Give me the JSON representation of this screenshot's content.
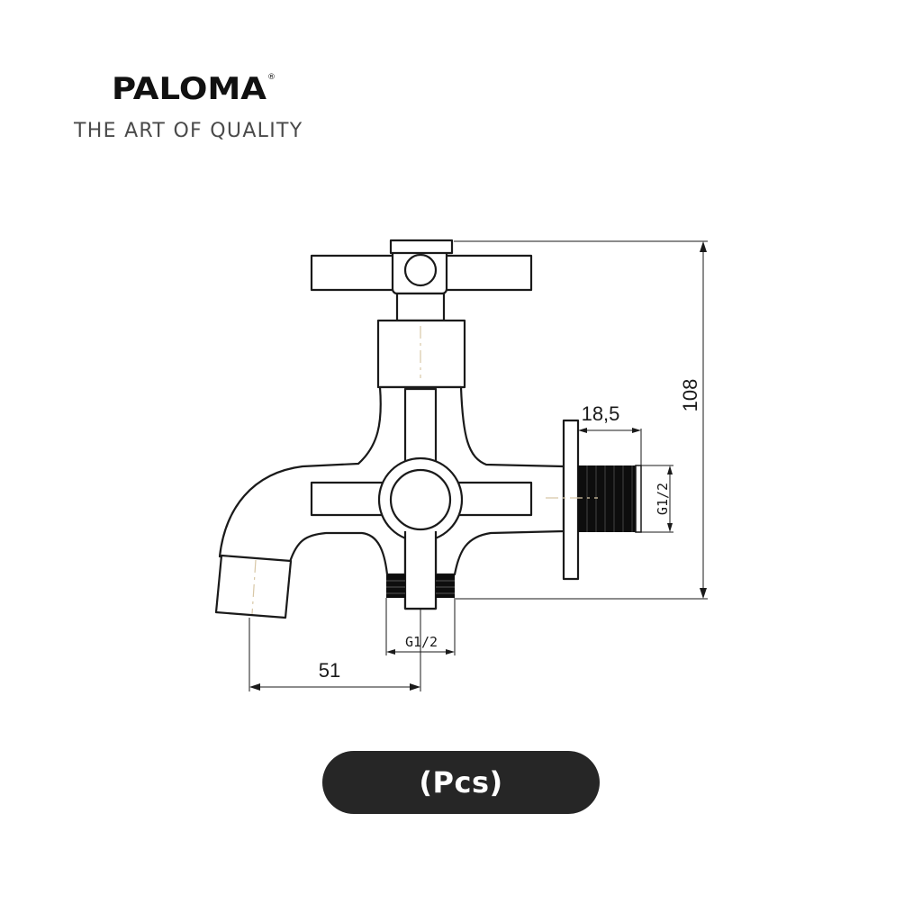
{
  "brand": {
    "name": "PALOMA",
    "registered_mark": "®",
    "tagline": "THE ART OF QUALITY"
  },
  "diagram": {
    "dimensions": {
      "total_height": "108",
      "wall_thread_length": "18,5",
      "spout_reach": "51",
      "wall_thread_size": "G1/2",
      "bottom_thread_size": "G1/2"
    }
  },
  "unit_label": "(Pcs)",
  "colors": {
    "line": "#1a1a1a",
    "thread_fill": "#0d0d0d",
    "centerline": "#d8c7a6",
    "pill": "#262626",
    "pill_text": "#ffffff",
    "tagline": "#4a4a4a"
  }
}
